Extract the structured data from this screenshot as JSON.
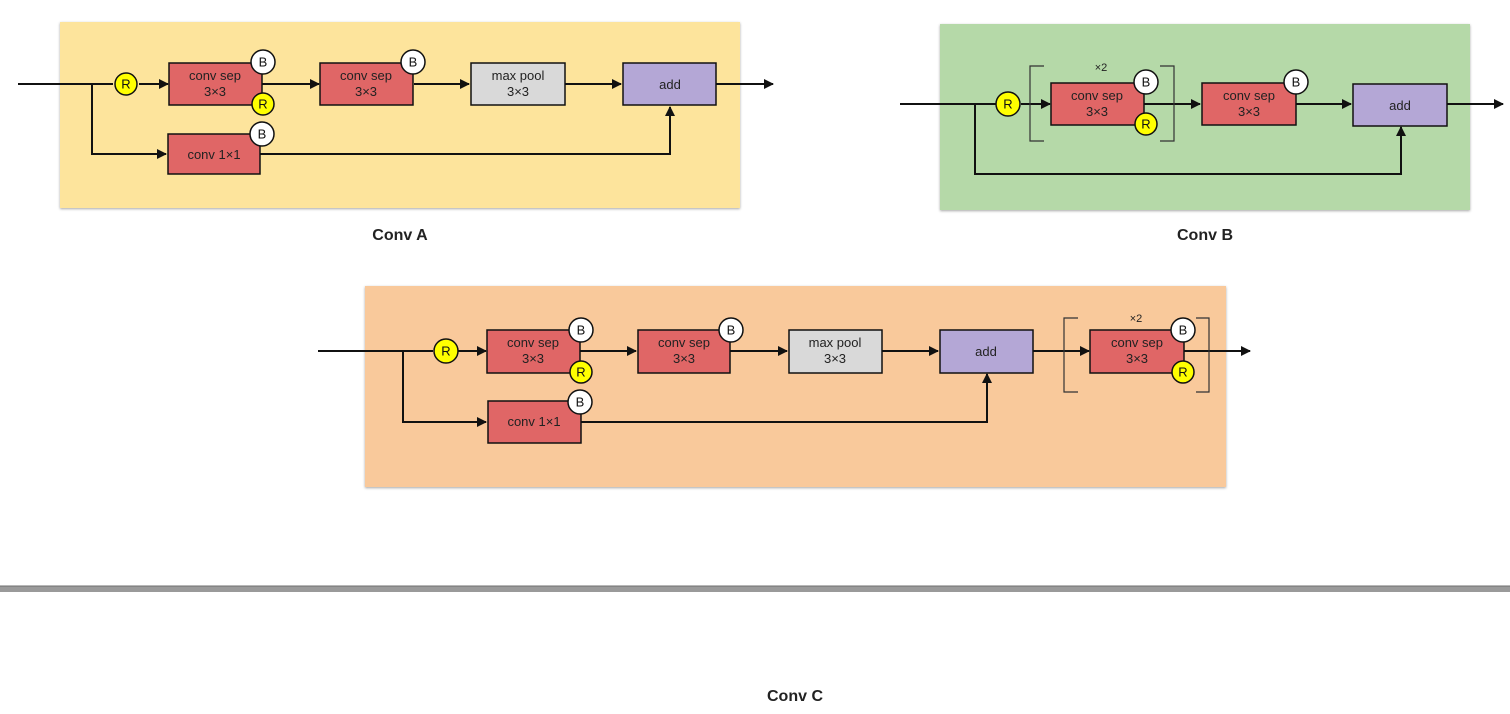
{
  "colors": {
    "panel_a": "#fde49c",
    "panel_b": "#b5d9a8",
    "panel_c": "#f9c99b",
    "conv": "#e06666",
    "pool": "#d9d9d9",
    "add": "#b4a7d6",
    "relu_badge": "#ffff00",
    "bn_badge": "#ffffff",
    "divider": "#9a9a9a"
  },
  "badges": {
    "relu": "R",
    "bn": "B"
  },
  "conv_a": {
    "caption": "Conv A",
    "nodes": {
      "sep1": [
        "conv sep",
        "3×3"
      ],
      "sep2": [
        "conv sep",
        "3×3"
      ],
      "pool": [
        "max pool",
        "3×3"
      ],
      "add": "add",
      "skip": "conv 1×1"
    }
  },
  "conv_b": {
    "caption": "Conv B",
    "repeat": "×2",
    "nodes": {
      "sep1": [
        "conv sep",
        "3×3"
      ],
      "sep2": [
        "conv sep",
        "3×3"
      ],
      "add": "add"
    }
  },
  "conv_c": {
    "caption": "Conv C",
    "repeat": "×2",
    "nodes": {
      "sep1": [
        "conv sep",
        "3×3"
      ],
      "sep2": [
        "conv sep",
        "3×3"
      ],
      "pool": [
        "max pool",
        "3×3"
      ],
      "add": "add",
      "skip": "conv 1×1",
      "sep3": [
        "conv sep",
        "3×3"
      ]
    }
  }
}
